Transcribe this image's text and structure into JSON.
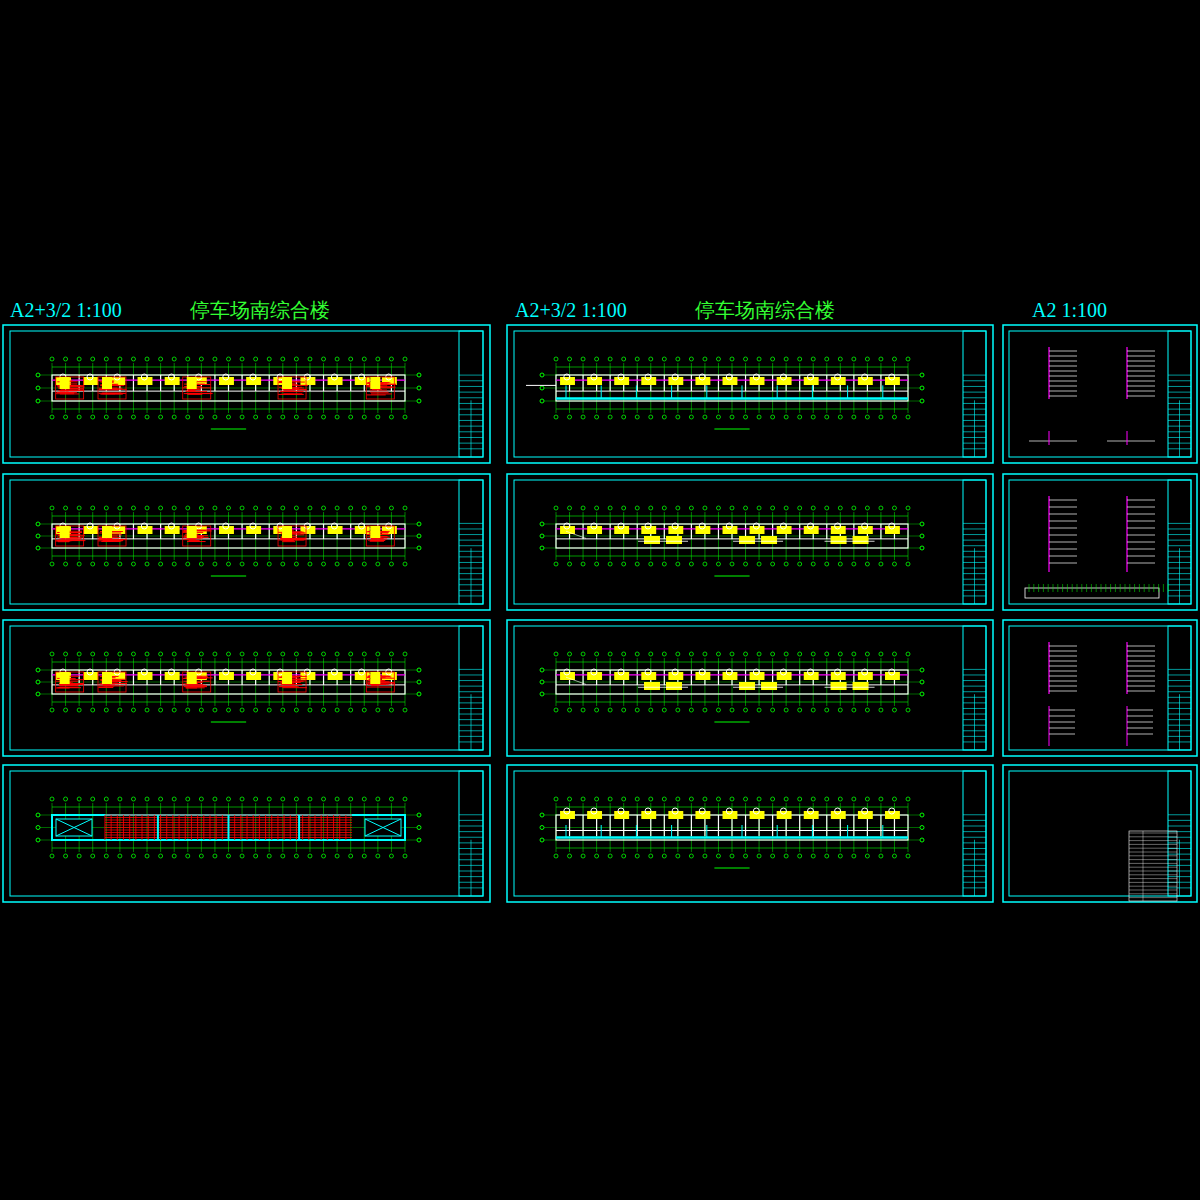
{
  "diagram": {
    "labels": [
      "A2+3/2 1:100",
      "停车场南综合楼",
      "A2+3/2 1:100",
      "停车场南综合楼",
      "A2 1:100"
    ]
  }
}
